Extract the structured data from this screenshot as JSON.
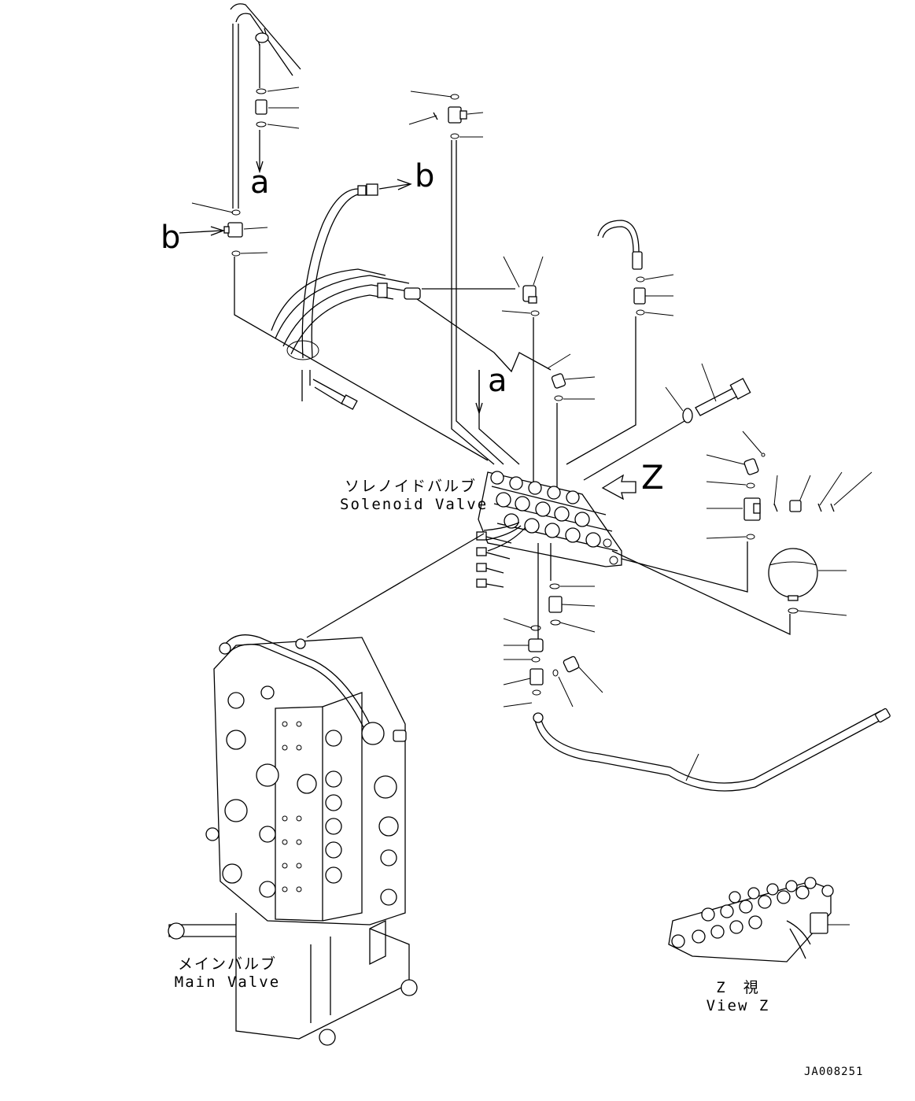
{
  "labels": {
    "solenoid_valve_jp": "ソレノイドバルブ",
    "solenoid_valve_en": "Solenoid Valve",
    "main_valve_jp": "メインバルブ",
    "main_valve_en": "Main Valve",
    "view_z_jp": "Z　視",
    "view_z_en": "View Z",
    "drawing_code": "JA008251"
  },
  "refs": {
    "a_top": "a",
    "a_mid": "a",
    "b_right": "b",
    "b_left": "b",
    "z_arrow": "Z"
  },
  "colors": {
    "ink": "#000000",
    "paper": "#ffffff"
  }
}
